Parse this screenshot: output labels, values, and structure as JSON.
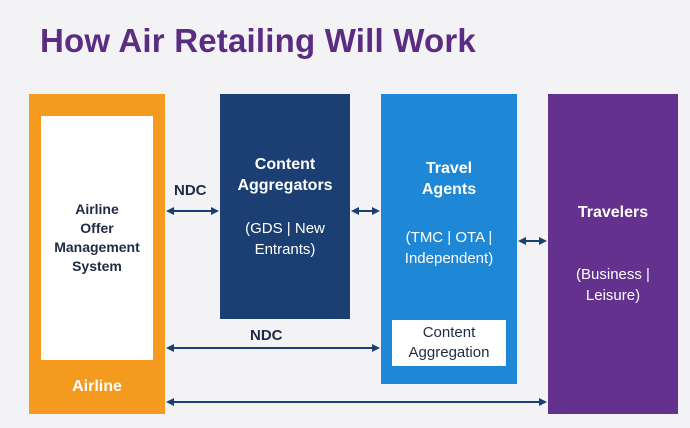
{
  "title": "How Air Retailing Will Work",
  "airline": {
    "system": "Airline\nOffer\nManagement\nSystem",
    "label": "Airline"
  },
  "content_aggregators": {
    "title": "Content\nAggregators",
    "subtitle": "(GDS | New\nEntrants)"
  },
  "travel_agents": {
    "title": "Travel\nAgents",
    "subtitle": "(TMC | OTA |\nIndependent)",
    "inner_box": "Content\nAggregation"
  },
  "travelers": {
    "title": "Travelers",
    "subtitle": "(Business |\nLeisure)"
  },
  "ndc_top": "NDC",
  "ndc_bottom": "NDC",
  "colors": {
    "title": "#5a2d82",
    "airline": "#f39a1f",
    "content_aggregators": "#1b3f73",
    "travel_agents": "#1f88d6",
    "travelers": "#64318e",
    "arrow": "#1b3f73"
  }
}
